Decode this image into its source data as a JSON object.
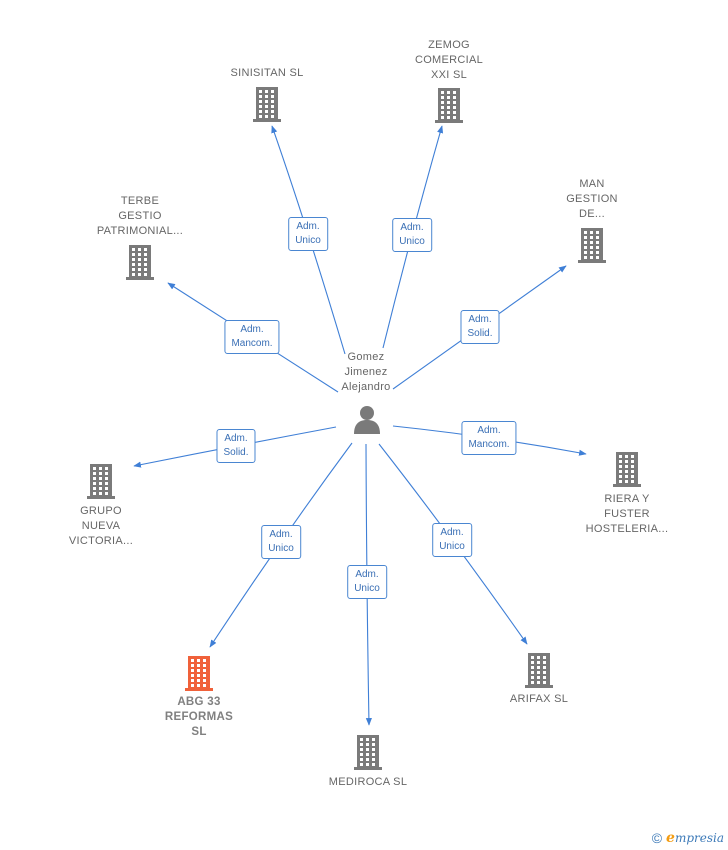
{
  "center": {
    "name_lines": [
      "Gomez",
      "Jimenez",
      "Alejandro"
    ],
    "icon": "person-icon"
  },
  "colors": {
    "edge": "#3f7fd6",
    "badge_border": "#4a86d1",
    "building": "#7a7a7a",
    "building_highlight": "#f0613a",
    "text": "#666666"
  },
  "nodes": [
    {
      "id": "sinisitan",
      "lines": [
        "SINISITAN  SL"
      ],
      "highlight": false,
      "relation": [
        "Adm.",
        "Unico"
      ]
    },
    {
      "id": "zemog",
      "lines": [
        "ZEMOG",
        "COMERCIAL",
        "XXI  SL"
      ],
      "highlight": false,
      "relation": [
        "Adm.",
        "Unico"
      ]
    },
    {
      "id": "terbe",
      "lines": [
        "TERBE",
        "GESTIO",
        "PATRIMONIAL..."
      ],
      "highlight": false,
      "relation": [
        "Adm.",
        "Mancom."
      ]
    },
    {
      "id": "man",
      "lines": [
        "MAN",
        "GESTION",
        "DE..."
      ],
      "highlight": false,
      "relation": [
        "Adm.",
        "Solid."
      ]
    },
    {
      "id": "grupo",
      "lines": [
        "GRUPO",
        "NUEVA",
        "VICTORIA..."
      ],
      "highlight": false,
      "relation": [
        "Adm.",
        "Solid."
      ]
    },
    {
      "id": "riera",
      "lines": [
        "RIERA Y",
        "FUSTER",
        "HOSTELERIA..."
      ],
      "highlight": false,
      "relation": [
        "Adm.",
        "Mancom."
      ]
    },
    {
      "id": "abg",
      "lines": [
        "ABG 33",
        "REFORMAS",
        "SL"
      ],
      "highlight": true,
      "relation": [
        "Adm.",
        "Unico"
      ]
    },
    {
      "id": "mediroca",
      "lines": [
        "MEDIROCA  SL"
      ],
      "highlight": false,
      "relation": [
        "Adm.",
        "Unico"
      ]
    },
    {
      "id": "arifax",
      "lines": [
        "ARIFAX  SL"
      ],
      "highlight": false,
      "relation": [
        "Adm.",
        "Unico"
      ]
    }
  ],
  "footer": {
    "copyright_symbol": "©",
    "brand_initial": "e",
    "brand_rest": "mpresia"
  }
}
